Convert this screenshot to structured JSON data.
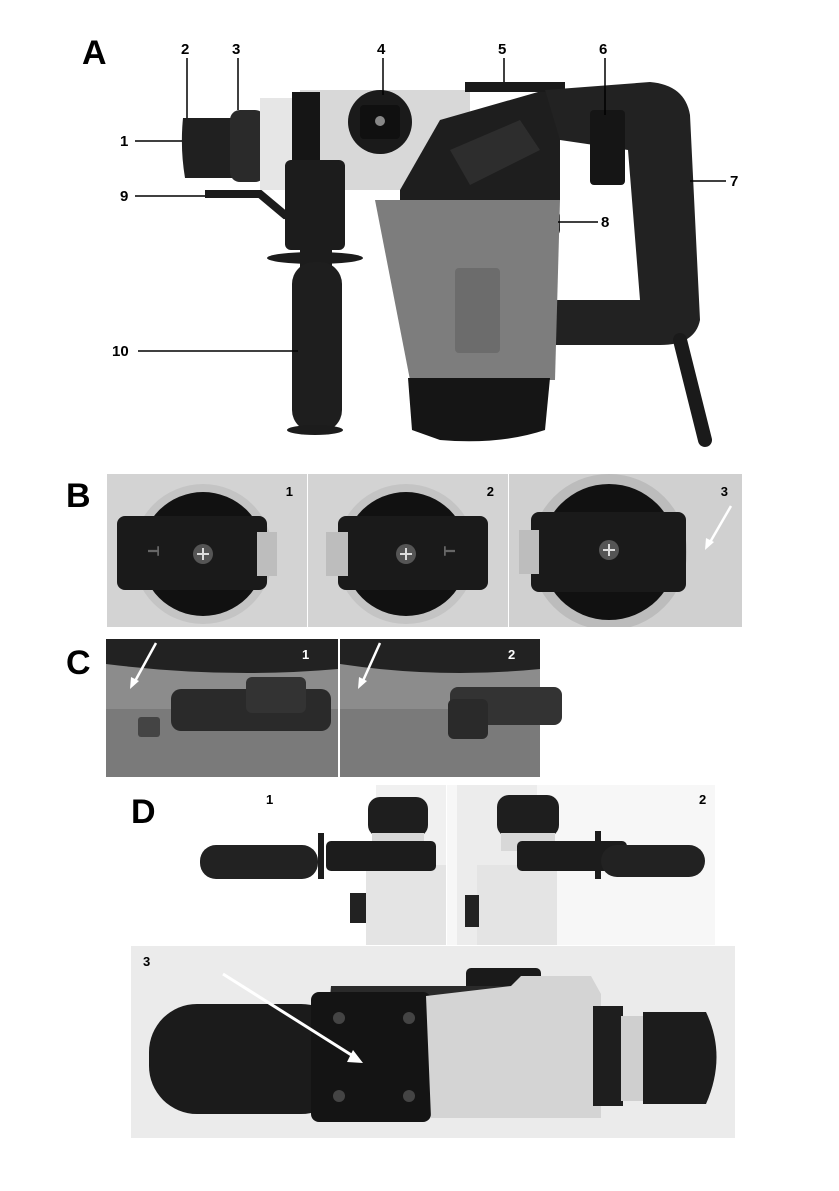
{
  "sections": {
    "a": {
      "letter": "A",
      "callouts": [
        "1",
        "2",
        "3",
        "4",
        "5",
        "6",
        "7",
        "8",
        "9",
        "10"
      ]
    },
    "b": {
      "letter": "B",
      "panels": [
        "1",
        "2",
        "3"
      ],
      "dial_labels": {
        "left": "T",
        "right": "T"
      }
    },
    "c": {
      "letter": "C",
      "panels": [
        "1",
        "2"
      ]
    },
    "d": {
      "letter": "D",
      "panels": [
        "1",
        "2",
        "3"
      ]
    }
  },
  "colors": {
    "body_black": "#1e1e1e",
    "body_grey": "#7d7d7d",
    "metal": "#d6d6d6",
    "photo_bg": "#f2f2f2",
    "arrow": "#ffffff"
  }
}
